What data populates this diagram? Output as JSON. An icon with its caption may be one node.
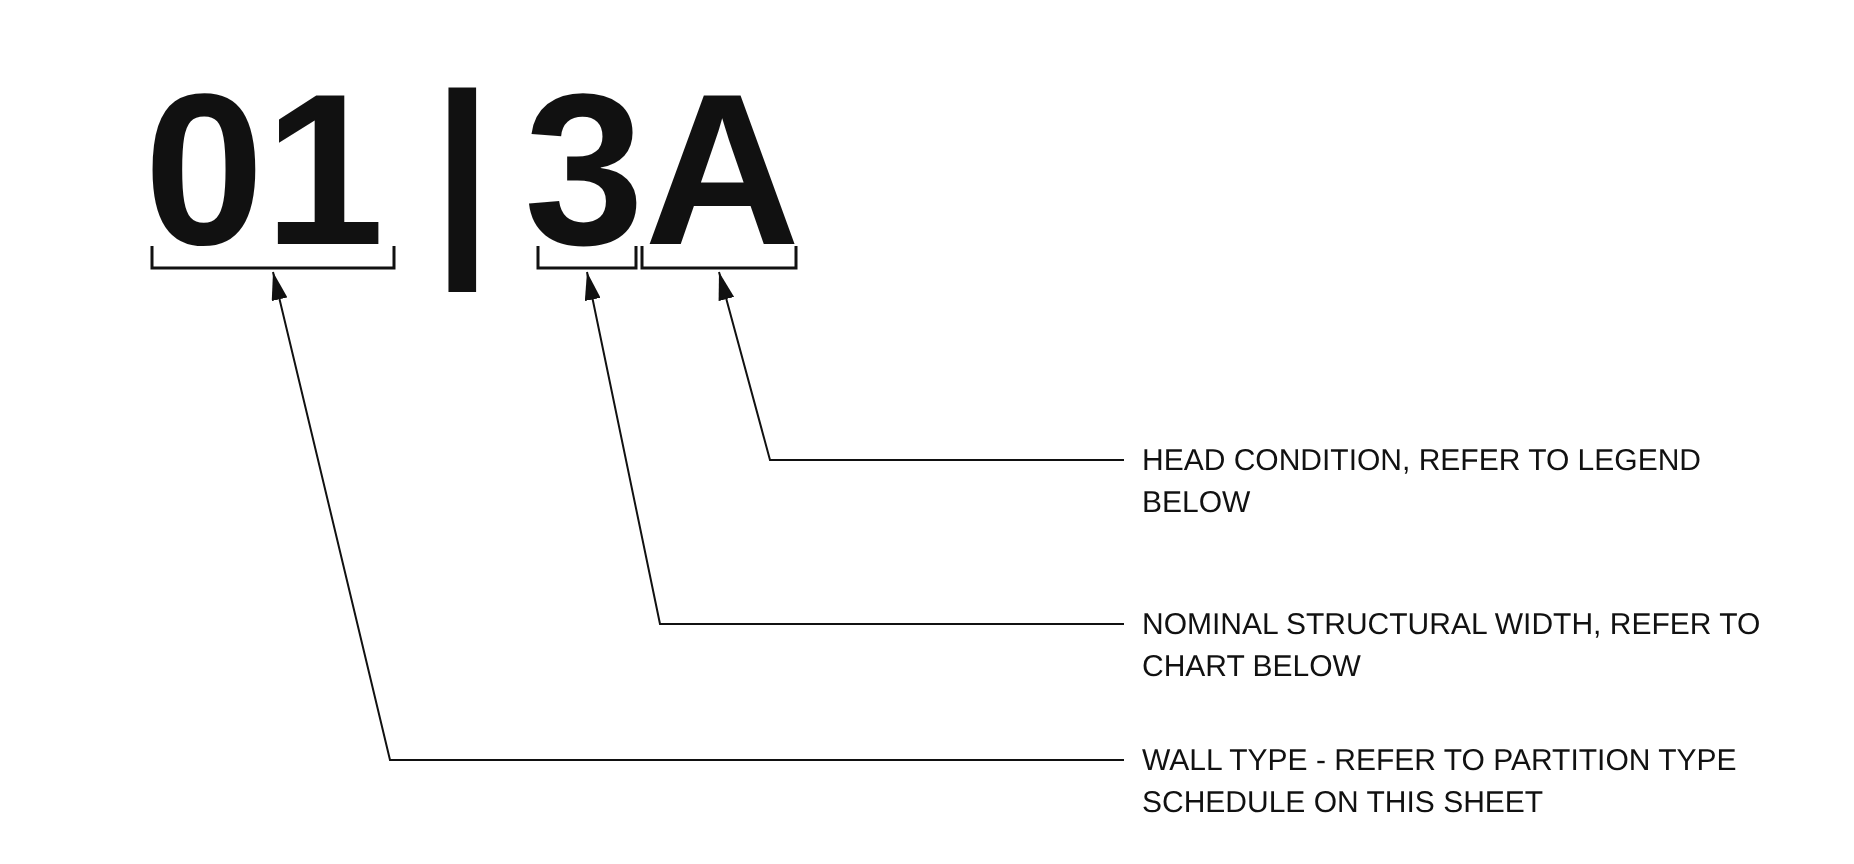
{
  "diagram": {
    "nodes": [
      {
        "text": [],
        "shape": "bracket"
      },
      {
        "text": [],
        "shape": "bracket"
      },
      {
        "text": [],
        "shape": "bracket"
      },
      {
        "text": [
          "HEAD CONDITION, REFER TO LEGEND BELOW"
        ]
      },
      {
        "text": [
          "NOMINAL STRUCTURAL WIDTH, REFER TO CHART BELOW"
        ]
      },
      {
        "text": [
          "WALL TYPE - REFER TO PARTITION TYPE SCHEDULE ON THIS SHEET"
        ]
      }
    ],
    "edges": [
      {
        "from": 3,
        "to": 2,
        "arrow": "to"
      },
      {
        "from": 4,
        "to": 1,
        "arrow": "to"
      },
      {
        "from": 5,
        "to": 0,
        "arrow": "to"
      }
    ],
    "labels": [
      "01",
      "|",
      "3A"
    ]
  }
}
